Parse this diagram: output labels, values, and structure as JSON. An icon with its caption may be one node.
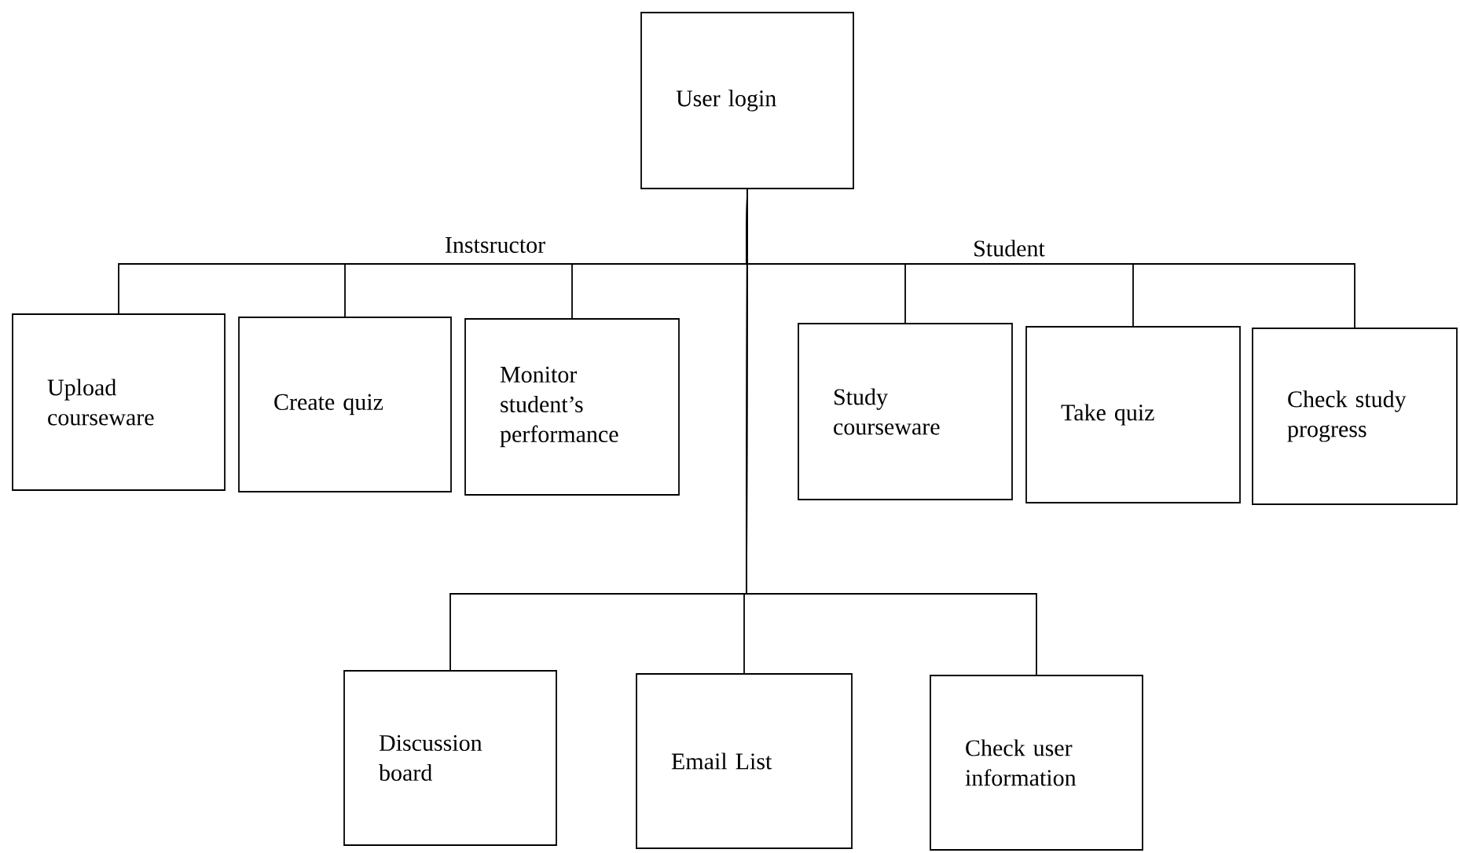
{
  "diagram": {
    "nodes": [
      {
        "text": [
          "User login"
        ]
      },
      {
        "text": [
          "Upload courseware"
        ]
      },
      {
        "text": [
          "Create quiz"
        ]
      },
      {
        "text": [
          "Monitor student’s performance"
        ]
      },
      {
        "text": [
          "Study courseware"
        ]
      },
      {
        "text": [
          "Take quiz"
        ]
      },
      {
        "text": [
          "Check study progress"
        ]
      },
      {
        "text": [
          "Discussion board"
        ]
      },
      {
        "text": [
          "Email List"
        ]
      },
      {
        "text": [
          "Check user information"
        ]
      }
    ],
    "edges": [
      {
        "from": 0,
        "to": 1,
        "arrow": "none"
      },
      {
        "from": 0,
        "to": 2,
        "arrow": "none"
      },
      {
        "from": 0,
        "to": 3,
        "arrow": "none"
      },
      {
        "from": 0,
        "to": 4,
        "arrow": "none"
      },
      {
        "from": 0,
        "to": 5,
        "arrow": "none"
      },
      {
        "from": 0,
        "to": 6,
        "arrow": "none"
      },
      {
        "from": 0,
        "to": 7,
        "arrow": "none"
      },
      {
        "from": 0,
        "to": 8,
        "arrow": "none"
      },
      {
        "from": 0,
        "to": 9,
        "arrow": "none"
      }
    ],
    "labels": [
      "Instsructor",
      "Student"
    ]
  }
}
